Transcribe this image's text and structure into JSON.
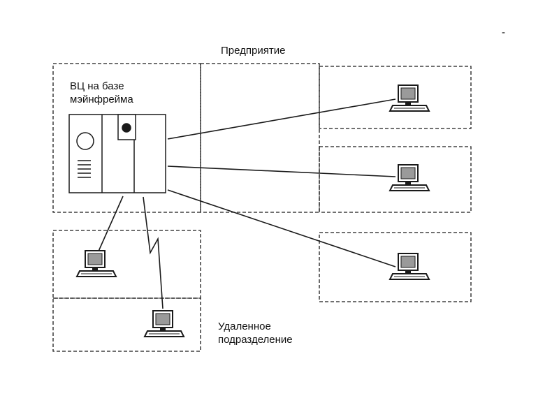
{
  "diagram": {
    "enterprise_label": "Предприятие",
    "computing_center_label_line1": "ВЦ на базе",
    "computing_center_label_line2": "мэйнфрейма",
    "remote_division_label_line1": "Удаленное",
    "remote_division_label_line2": "подразделение",
    "corner_mark": "-"
  },
  "colors": {
    "line": "#1a1a1a",
    "screen": "#9a9a9a",
    "background": "#ffffff"
  },
  "icons": {
    "terminal": "computer-terminal-icon",
    "mainframe": "mainframe-icon"
  }
}
